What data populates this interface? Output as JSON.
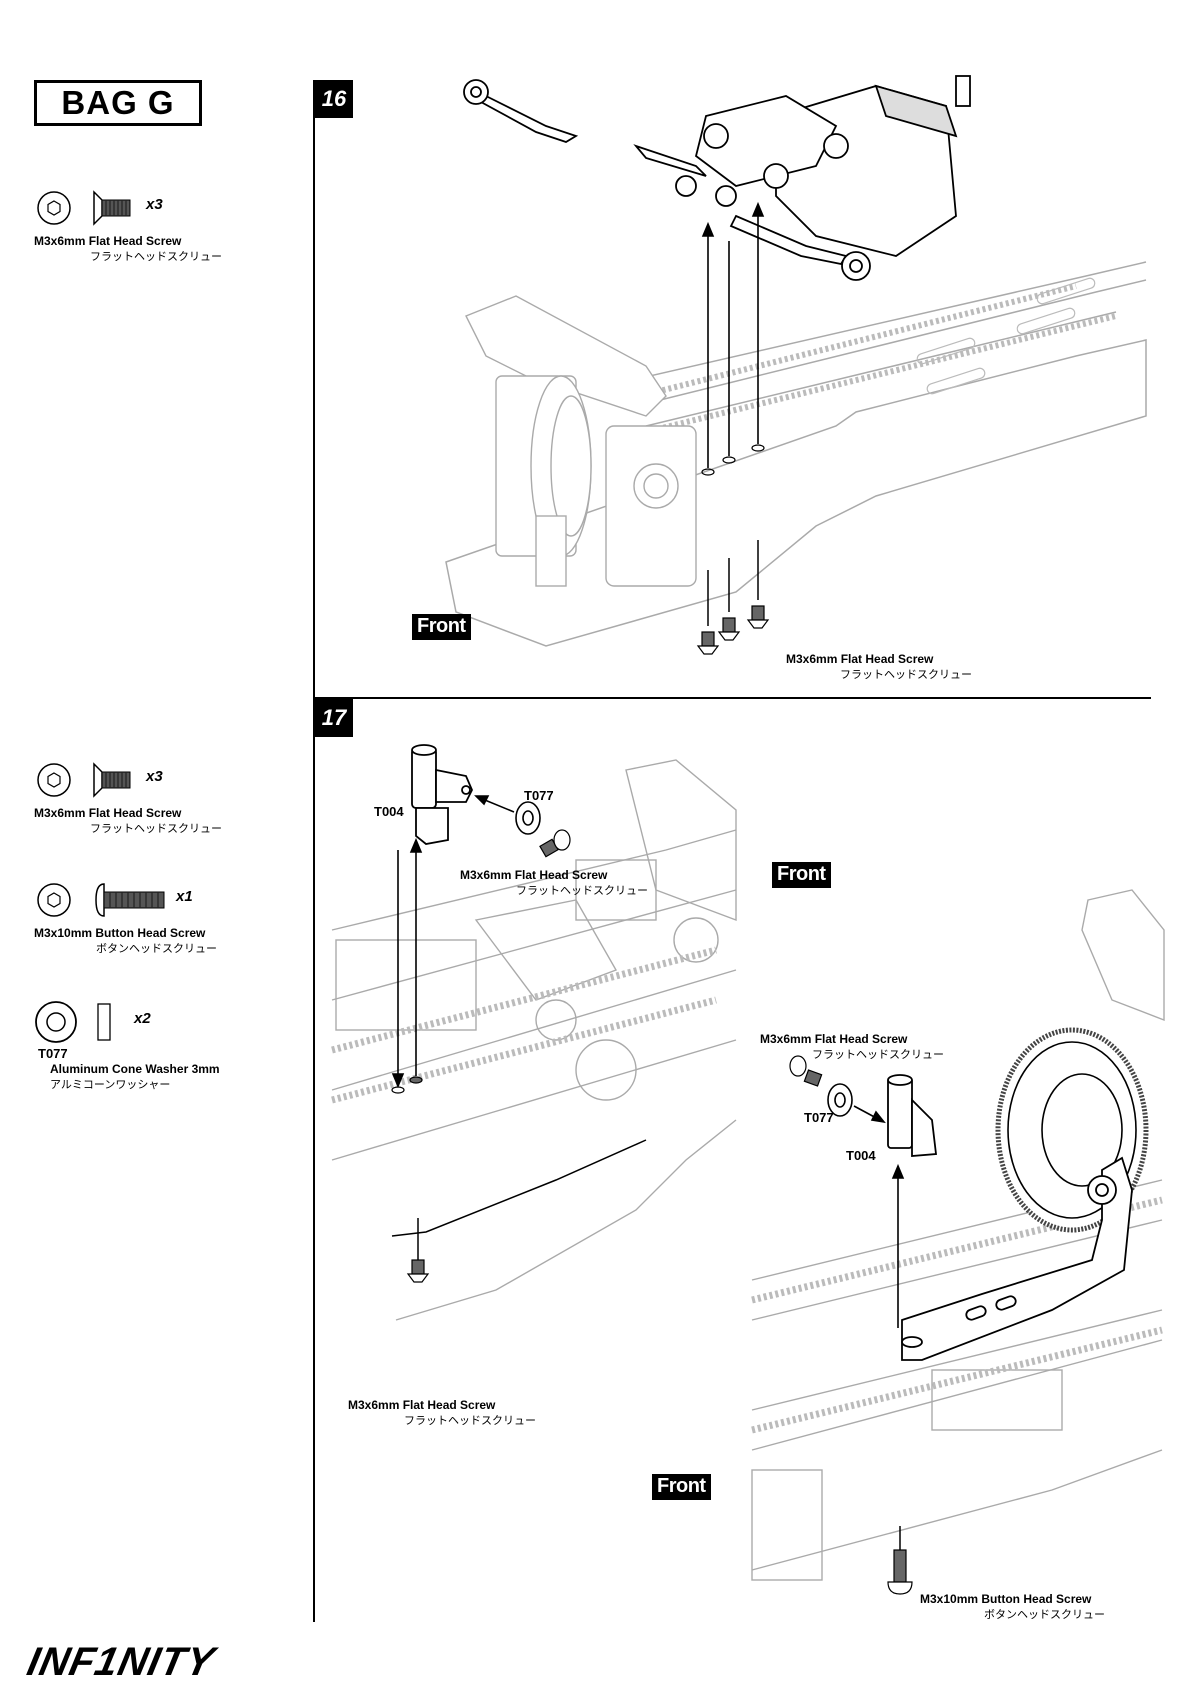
{
  "bag_title": "BAG G",
  "step16": {
    "number": "16",
    "front_label": "Front",
    "screw_label": "M3x6mm Flat Head Screw",
    "screw_label_jp": "フラットヘッドスクリュー"
  },
  "step17": {
    "number": "17",
    "code_t004_a": "T004",
    "code_t077_a": "T077",
    "screw_a_label": "M3x6mm Flat Head Screw",
    "screw_a_jp": "フラットヘッドスクリュー",
    "front_label_a": "Front",
    "screw_b_label": "M3x6mm Flat Head Screw",
    "screw_b_jp": "フラットヘッドスクリュー",
    "code_t077_b": "T077",
    "code_t004_b": "T004",
    "screw_c_label": "M3x6mm Flat Head Screw",
    "screw_c_jp": "フラットヘッドスクリュー",
    "front_label_b": "Front",
    "screw_d_label": "M3x10mm Button Head Screw",
    "screw_d_jp": "ボタンヘッドスクリュー"
  },
  "parts_16": [
    {
      "qty": "x3",
      "name": "M3x6mm Flat Head Screw",
      "name_jp": "フラットヘッドスクリュー"
    }
  ],
  "parts_17": [
    {
      "qty": "x3",
      "name": "M3x6mm Flat Head Screw",
      "name_jp": "フラットヘッドスクリュー"
    },
    {
      "qty": "x1",
      "name": "M3x10mm Button Head Screw",
      "name_jp": "ボタンヘッドスクリュー"
    },
    {
      "qty": "x2",
      "code": "T077",
      "name": "Aluminum Cone Washer 3mm",
      "name_jp": "アルミコーンワッシャー"
    }
  ],
  "logo_text": "INF1NITY"
}
